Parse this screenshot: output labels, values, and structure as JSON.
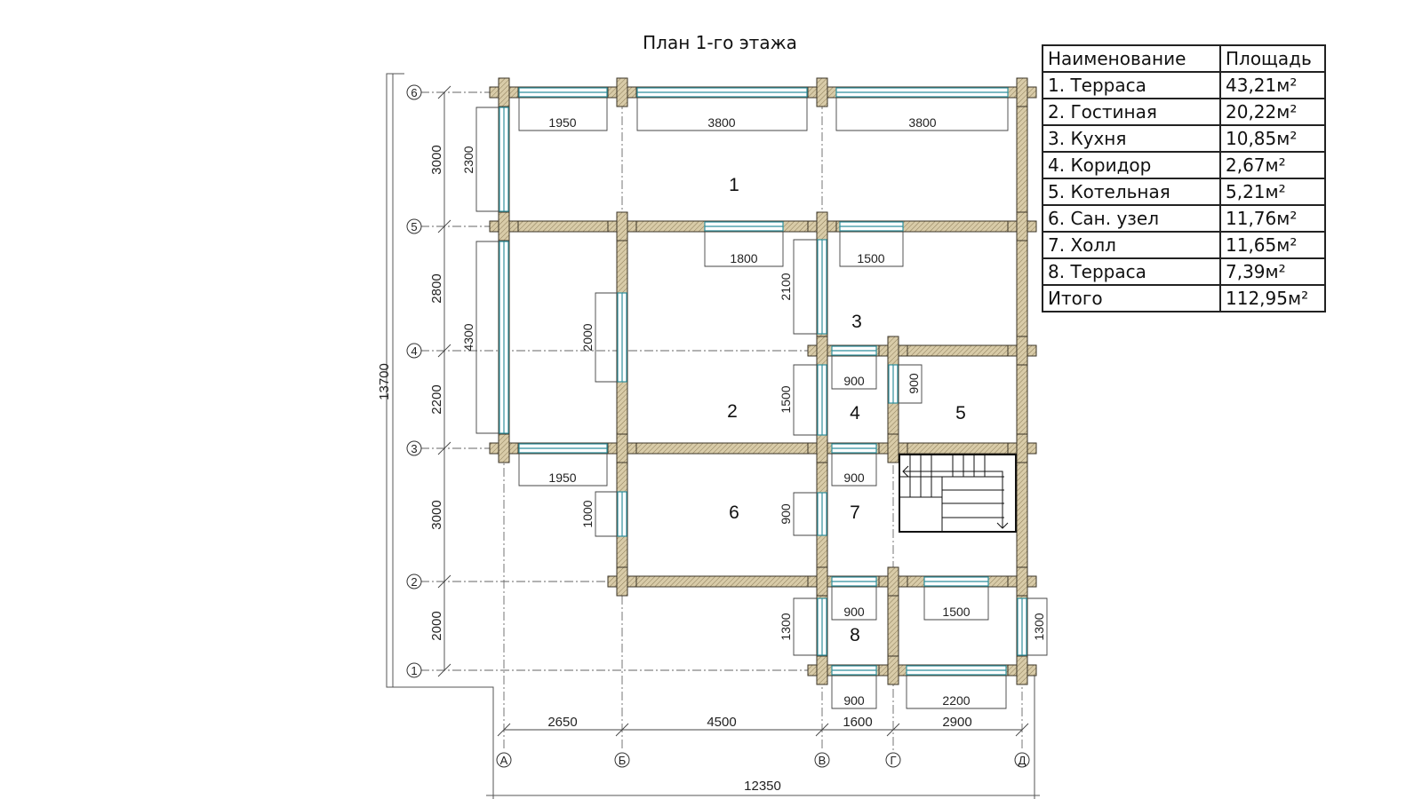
{
  "title": "План 1-го этажа",
  "table": {
    "header": {
      "name": "Наименование",
      "area": "Площадь"
    },
    "rows": [
      {
        "name": "1. Терраса",
        "area": "43,21м²"
      },
      {
        "name": "2. Гостиная",
        "area": "20,22м²"
      },
      {
        "name": "3. Кухня",
        "area": "10,85м²"
      },
      {
        "name": "4. Коридор",
        "area": "2,67м²"
      },
      {
        "name": "5. Котельная",
        "area": "5,21м²"
      },
      {
        "name": "6. Сан. узел",
        "area": "11,76м²"
      },
      {
        "name": "7. Холл",
        "area": "11,65м²"
      },
      {
        "name": "8. Терраса",
        "area": "7,39м²"
      }
    ],
    "total": {
      "name": "Итого",
      "area": "112,95м²"
    }
  },
  "plan": {
    "axes_rows": [
      "6",
      "5",
      "4",
      "3",
      "2",
      "1"
    ],
    "axes_cols": [
      "А",
      "Б",
      "В",
      "Г",
      "Д"
    ],
    "rooms": [
      "1",
      "2",
      "3",
      "4",
      "5",
      "6",
      "7",
      "8"
    ],
    "overall": {
      "height": "13700",
      "width": "12350"
    },
    "row_spacing": [
      "3000",
      "2800",
      "2200",
      "3000",
      "2000"
    ],
    "col_spacing": [
      "2650",
      "4500",
      "1600",
      "2900"
    ],
    "openings": {
      "top_1": "1950",
      "top_2": "3800",
      "top_3": "3800",
      "left_top": "2300",
      "left_mid": "4300",
      "int_1800": "1800",
      "int_1500": "1500",
      "int_2100": "2100",
      "b_2000": "2000",
      "c_900a": "900",
      "c_900b": "900",
      "c_1500": "1500",
      "row3_1950": "1950",
      "row3_900": "900",
      "b_1000": "1000",
      "c_900c": "900",
      "r2_900": "900",
      "r2_1500": "1500",
      "t8_1300a": "1300",
      "t8_1300b": "1300",
      "bot_900": "900",
      "bot_2200": "2200"
    }
  },
  "colors": {
    "wall": "#d6c8a6",
    "wall_edge": "#3a3326",
    "window": "#2f8f9d",
    "axis": "#555555"
  }
}
